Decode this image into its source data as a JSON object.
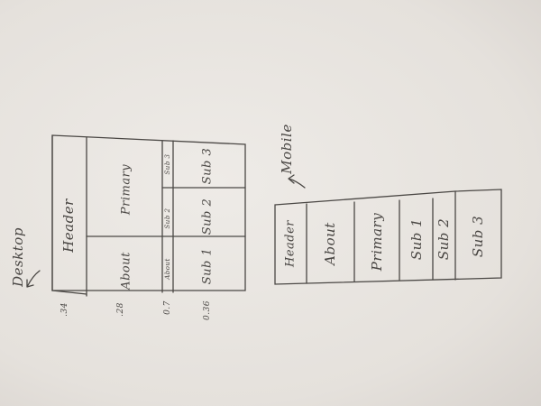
{
  "desktop": {
    "title": "Desktop",
    "cells": {
      "header": "Header",
      "about": "About",
      "primary": "Primary",
      "about_small": "About",
      "sub2_small": "Sub 2",
      "sub3_small": "Sub 3",
      "sub1": "Sub 1",
      "sub2": "Sub 2",
      "sub3": "Sub 3"
    },
    "row_fractions": [
      ".34",
      ".28",
      "0.7",
      "0.36"
    ]
  },
  "mobile": {
    "title": "Mobile",
    "cells": {
      "header": "Header",
      "about": "About",
      "primary": "Primary",
      "sub1": "Sub 1",
      "sub2": "Sub 2",
      "sub3": "Sub 3"
    }
  }
}
